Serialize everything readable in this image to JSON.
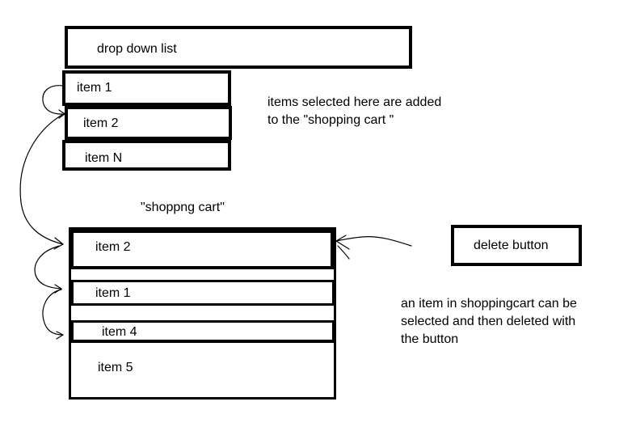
{
  "dropdown": {
    "label": "drop down list",
    "items": [
      "item 1",
      "item 2",
      "item N"
    ]
  },
  "note_top": {
    "line1": "items selected here are added",
    "line2": "to the \"shopping cart  \""
  },
  "cart": {
    "title": "\"shoppng cart\"",
    "items": [
      "item 2",
      "item 1",
      "item 4",
      "item 5"
    ]
  },
  "delete_button": {
    "label": "delete button"
  },
  "note_bottom": {
    "line1": "an item in shoppingcart can be",
    "line2": "selected and then deleted with",
    "line3": "the button"
  }
}
